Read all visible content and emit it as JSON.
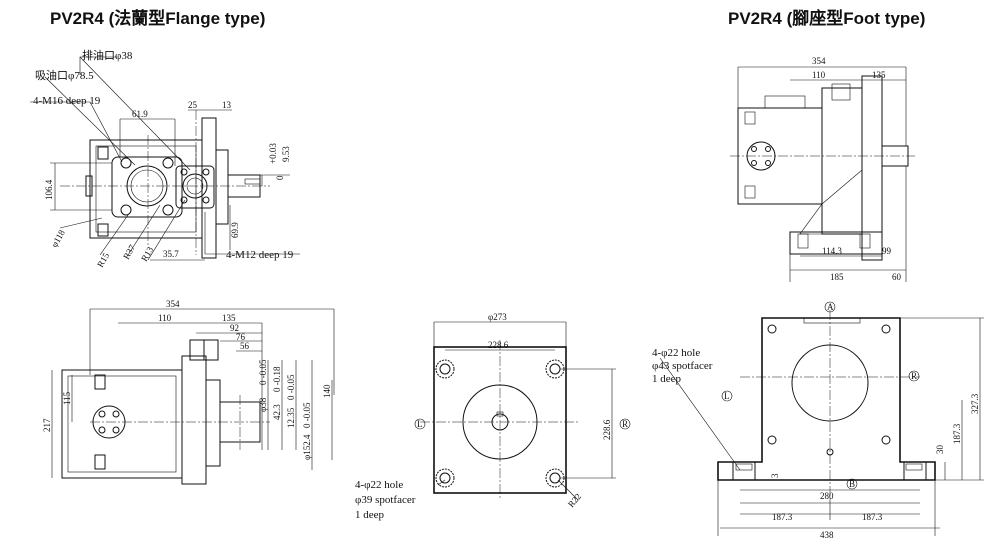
{
  "titles": {
    "flange": "PV2R4 (法蘭型Flange type)",
    "foot": "PV2R4 (腳座型Foot type)"
  },
  "flange_top": {
    "outlet": "排油口φ38",
    "inlet": "吸油口φ78.5",
    "m16": "4-M16 deep 19",
    "d25": "25",
    "d13": "13",
    "d61_9": "61.9",
    "d106_4": "106.4",
    "d118": "φ118",
    "r15": "R15",
    "r37": "R37",
    "r13": "R13",
    "d35_7": "35.7",
    "d69_9": "69.9",
    "m12": "4-M12 deep 19",
    "tol_plus": "+0.03",
    "tol_zero": "0",
    "d9_53": "9.53"
  },
  "flange_side": {
    "d354": "354",
    "d110": "110",
    "d135": "135",
    "d92": "92",
    "d76": "76",
    "d56": "56",
    "d115": "115",
    "d217": "217",
    "d140": "140",
    "s38": "φ38",
    "s38_tol": "0  -0.05",
    "s42": "42.3",
    "s42_tol": "0  -0.18",
    "s12": "12.35",
    "s12_tol": "0  -0.05",
    "s152": "φ152.4",
    "s152_tol": "0  -0.05"
  },
  "flange_front": {
    "d273": "φ273",
    "d228_6_h": "228.6",
    "d228_6_v": "228.6",
    "r22": "R22",
    "circ_l": "L",
    "circ_r": "R",
    "hole_1": "4-φ22 hole",
    "hole_2": "φ39 spotfacer",
    "hole_3": "1 deep"
  },
  "foot_top": {
    "d354": "354",
    "d110": "110",
    "d135": "135",
    "d114_3": "114.3",
    "d99": "99",
    "d185": "185",
    "d60": "60"
  },
  "foot_front": {
    "circ_a": "A",
    "circ_b": "B",
    "circ_l": "L",
    "circ_r": "R",
    "hole_1": "4-φ22 hole",
    "hole_2": "φ43 spotfacer",
    "hole_3": "1 deep",
    "d327_3": "327.3",
    "d187_3_v": "187.3",
    "d30": "30",
    "d3": "3",
    "d280": "280",
    "d187_3_l": "187.3",
    "d187_3_r": "187.3",
    "d438": "438"
  }
}
